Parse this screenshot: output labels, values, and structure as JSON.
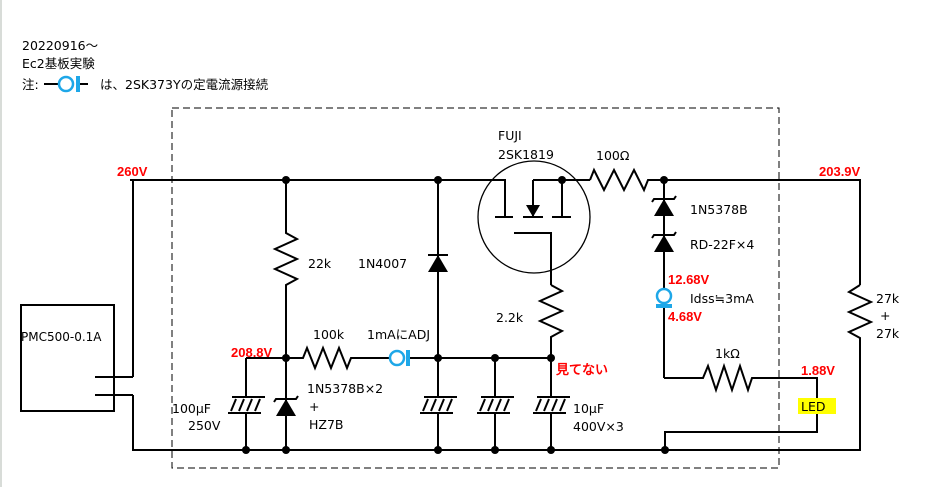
{
  "header": {
    "date": "20220916～",
    "title": "Ec2基板実験",
    "note_prefix": "注:",
    "note_text": "は、2SK373Yの定電流源接続"
  },
  "colors": {
    "voltage": "#ff0000",
    "ccs_symbol": "#1ea7e8",
    "led_highlight": "#ffff00",
    "wire": "#000000"
  },
  "power_supply": {
    "label": "PMC500-0.1A"
  },
  "voltages": {
    "input": "260V",
    "after_22k": "208.8V",
    "output": "203.9V",
    "ccs_top": "12.68V",
    "ccs_bottom": "4.68V",
    "led": "1.88V",
    "not_measured": "見てない"
  },
  "components": {
    "r_22k": "22k",
    "d_1n4007": "1N4007",
    "fet_maker": "FUJI",
    "fet_part": "2SK1819",
    "r_100ohm": "100Ω",
    "zener_1n5378b": "1N5378B",
    "zener_rd22f": "RD-22F×4",
    "ccs_idss": "Idss≒3mA",
    "r_27k_a": "27k",
    "r_27k_plus": "+",
    "r_27k_b": "27k",
    "r_2_2k": "2.2k",
    "r_100k": "100k",
    "ccs_adj": "1mAにADJ",
    "zener_stack_1": "1N5378B×2",
    "zener_stack_plus": "+",
    "zener_stack_2": "HZ7B",
    "cap_input_value": "100μF",
    "cap_input_voltage": "250V",
    "cap_bank_value": "10μF",
    "cap_bank_voltage": "400V×3",
    "r_1k": "1kΩ",
    "led": "LED"
  }
}
